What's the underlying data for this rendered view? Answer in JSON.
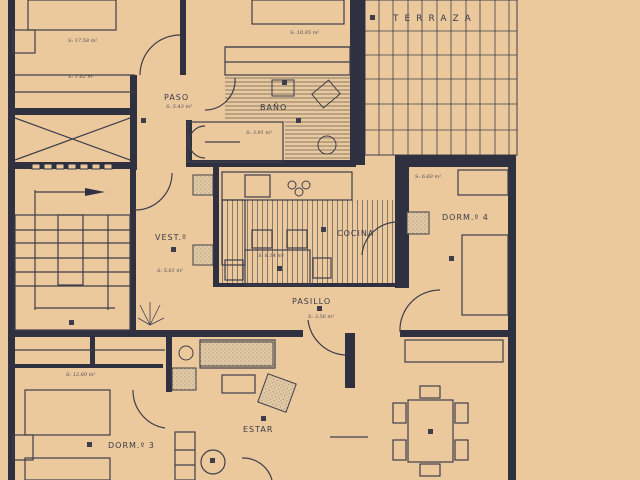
{
  "plan": {
    "title": "Floor plan",
    "colors": {
      "paper": "#ecc99d",
      "wall": "#2f3140",
      "line": "#3e3e4a",
      "hatch": "#6b6660",
      "fill_dotted": "#d9c2a0"
    },
    "rooms": [
      {
        "id": "dorm-top-left",
        "label": "",
        "area": "S: 17.58 m²"
      },
      {
        "id": "dorm-top-center",
        "label": "",
        "area": "S: 10.95 m²"
      },
      {
        "id": "closet-top-left",
        "label": "",
        "area": "S: 1.62 m²"
      },
      {
        "id": "paso",
        "label": "PASO",
        "area": "S: 5.43 m²"
      },
      {
        "id": "bano",
        "label": "BAÑO",
        "area": "S: 3.91 m²"
      },
      {
        "id": "terraza",
        "label": "TERRAZA",
        "area": ""
      },
      {
        "id": "vestibulo",
        "label": "VEST.º",
        "area": "S: 5.61 m²"
      },
      {
        "id": "cocina",
        "label": "COCINA",
        "area": "S: 8.14 m²"
      },
      {
        "id": "dorm4",
        "label": "DORM.º 4",
        "area": "S: 6.60 m²"
      },
      {
        "id": "pasillo",
        "label": "PASILLO",
        "area": "S: 3.56 m²"
      },
      {
        "id": "dorm3",
        "label": "DORM.º 3",
        "area": "S: 12.80 m²"
      },
      {
        "id": "estar",
        "label": "ESTAR",
        "area": ""
      }
    ]
  }
}
